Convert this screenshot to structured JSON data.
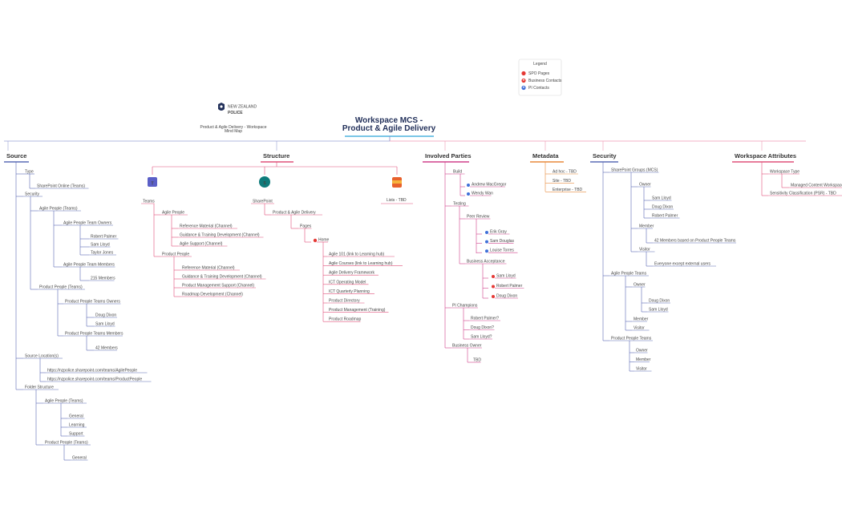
{
  "title": [
    "Workspace MCS -",
    "Product & Agile Delivery"
  ],
  "logo": {
    "org_small": "NEW ZEALAND",
    "org": "POLICE",
    "caption": [
      "Product & Agile Delivery - Workspace",
      "Mind Map"
    ]
  },
  "legend": {
    "title": "Legend",
    "items": [
      {
        "label": "SPO Pages",
        "color": "#e53935",
        "icon": "dot"
      },
      {
        "label": "Business Contacts",
        "color": "#e53935",
        "icon": "person"
      },
      {
        "label": "PI Contacts",
        "color": "#3f6fd8",
        "icon": "person"
      }
    ]
  },
  "colors": {
    "blue": "#5b6bb5",
    "pink": "#e0507a",
    "orange": "#e88a3c",
    "magenta": "#d0408c"
  },
  "branches": {
    "source": {
      "label": "Source",
      "type_label": "Type",
      "type_value": "SharePoint Online (Teams)",
      "security_label": "Security",
      "agile_people_teams": "Agile People (Teams)",
      "agile_owners_label": "Agile People Team Owners",
      "agile_owners": [
        "Robert Palmer",
        "Sam Lloyd",
        "Taylor Jones"
      ],
      "agile_members_label": "Agile People Team Members",
      "agile_members": "215 Members",
      "product_people_teams": "Product People (Teams)",
      "product_owners_label": "Product People Teams Owners",
      "product_owners": [
        "Doug Dixon",
        "Sam Lloyd"
      ],
      "product_members_label": "Product People Teams Members",
      "product_members": "42 Members",
      "locations_label": "Source Location(s)",
      "locations": [
        "https://nzpolice.sharepoint.com/teams/AgilePeople",
        "https://nzpolice.sharepoint.com/teams/ProductPeople"
      ],
      "folder_label": "Folder Structure",
      "folder_agile": "Agile People (Teams)",
      "folder_agile_items": [
        "General",
        "Learning",
        "Support"
      ],
      "folder_product": "Product People (Teams)",
      "folder_product_items": [
        "General"
      ]
    },
    "structure": {
      "label": "Structure",
      "teams_label": "Teams",
      "sharepoint_label": "SharePoint",
      "lists_label": "Lists - TBD",
      "agile_people": "Agile People",
      "agile_channels": [
        "Reference Material (Channel)",
        "Guidance & Training Development (Channel)",
        "Agile Support (Channel)"
      ],
      "product_people": "Product People",
      "product_channels": [
        "Reference Material (Channel)",
        "Guidance & Training Development (Channel)",
        "Product Management Support (Channel)",
        "Roadmap Development (Channel)"
      ],
      "site": "Product & Agile Delivery",
      "pages_label": "Pages",
      "home_label": "Home",
      "pages": [
        "Agile 101 (link to Learning hub)",
        "Agile Courses (link to Learning hub)",
        "Agile Delivery Framework",
        "ICT Operating Model",
        "ICT Quarterly Planning",
        "Product Directory",
        "Product Management (Training)",
        "Product Roadmap"
      ]
    },
    "involved": {
      "label": "Involved Parties",
      "build_label": "Build",
      "build": [
        "Andrew MacGregor",
        "Wendy Wan"
      ],
      "testing_label": "Testing",
      "peer_label": "Peer Review",
      "peer": [
        "Erik Gray",
        "Sam Douglas",
        "Louise Torres"
      ],
      "bat_label": "Business Acceptance",
      "bat": [
        "Sam Lloyd",
        "Robert Palmer",
        "Doug Dixon"
      ],
      "pi_label": "PI Champions",
      "pi": [
        "Robert Palmer?",
        "Doug Dixon?",
        "Sam Lloyd?"
      ],
      "owner_label": "Business Owner",
      "owner": [
        "TBD"
      ]
    },
    "metadata": {
      "label": "Metadata",
      "items": [
        "Ad hoc - TBD",
        "Site - TBD",
        "Enterprise - TBD"
      ]
    },
    "security": {
      "label": "Security",
      "spo_groups": "SharePoint Groups (MCS)",
      "owner_label": "Owner",
      "owners": [
        "Sam Lloyd",
        "Doug Dixon",
        "Robert Palmer"
      ],
      "member_label": "Member",
      "member_value": "42 Members based on Product People Teams",
      "visitor_label": "Visitor",
      "visitor_value": "Everyone except external users",
      "agile_teams": "Agile People Teams",
      "agile_owner_label": "Owner",
      "agile_owners": [
        "Doug Dixon",
        "Sam Lloyd"
      ],
      "agile_member": "Member",
      "agile_visitor": "Visitor",
      "product_teams": "Product People Teams",
      "product_roles": [
        "Owner",
        "Member",
        "Visitor"
      ]
    },
    "attributes": {
      "label": "Workspace Attributes",
      "type_label": "Workspace Type",
      "type_value": "Managed Content Workspace",
      "sensitivity": "Sensitivity Classification (PSR) - TBD"
    }
  }
}
